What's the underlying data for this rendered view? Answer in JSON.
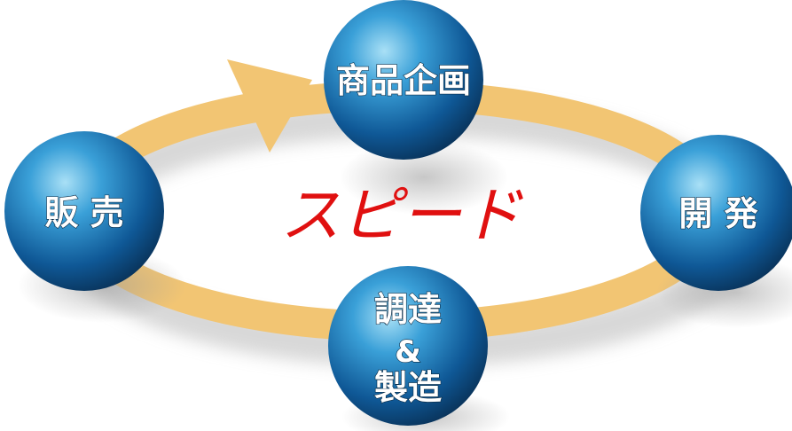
{
  "center_text": "スピード",
  "nodes": {
    "planning": {
      "label": "商品企画"
    },
    "development": {
      "label": "開 発"
    },
    "procurement": {
      "line1": "調達",
      "line2": "&",
      "line3": "製造"
    },
    "sales": {
      "label": "販 売"
    }
  },
  "colors": {
    "ring": "#f2c573",
    "sphere_dark": "#0b3f72",
    "sphere_light": "#6fc4ec",
    "center_text": "#e01010"
  },
  "icons": {
    "cycle_arrow": "arrow-head"
  }
}
